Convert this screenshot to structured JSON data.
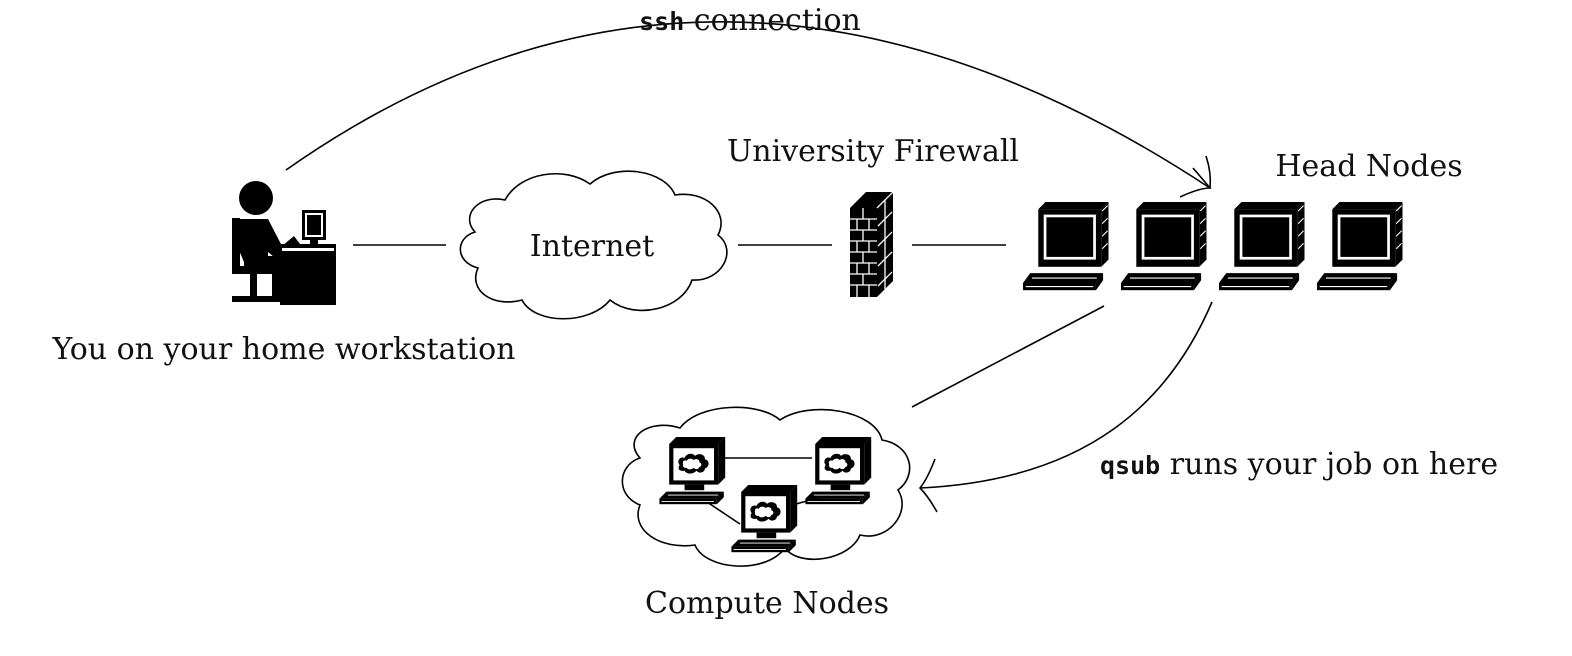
{
  "labels": {
    "ssh_cmd": "ssh",
    "ssh_rest": " connection",
    "firewall": "University Firewall",
    "head_nodes": "Head Nodes",
    "internet": "Internet",
    "workstation": "You on your home workstation",
    "qsub_cmd": "qsub",
    "qsub_rest": " runs your job on here",
    "compute_nodes": "Compute Nodes"
  },
  "head_node_count": 4,
  "compute_node_count": 3
}
